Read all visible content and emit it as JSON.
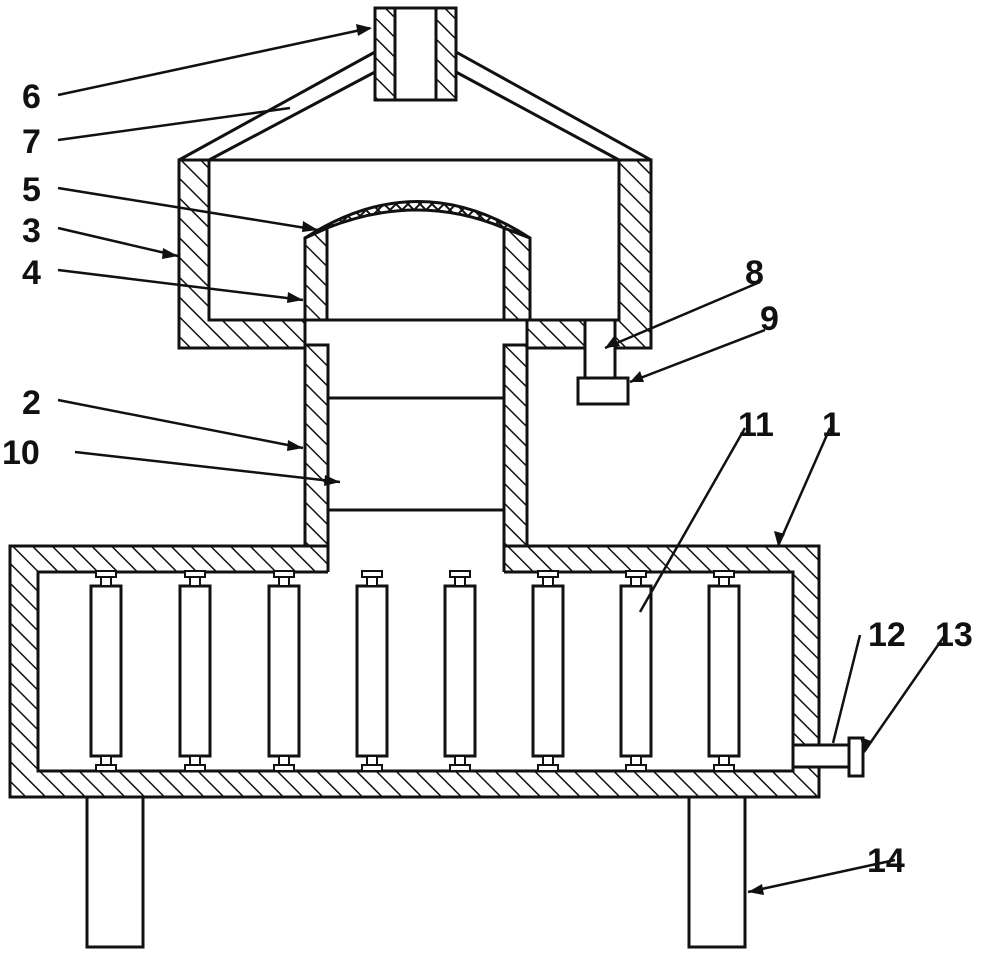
{
  "labels": {
    "l1": "1",
    "l2": "2",
    "l3": "3",
    "l4": "4",
    "l5": "5",
    "l6": "6",
    "l7": "7",
    "l8": "8",
    "l9": "9",
    "l10": "10",
    "l11": "11",
    "l12": "12",
    "l13": "13",
    "l14": "14"
  },
  "colors": {
    "line": "#111111",
    "background": "#ffffff"
  }
}
